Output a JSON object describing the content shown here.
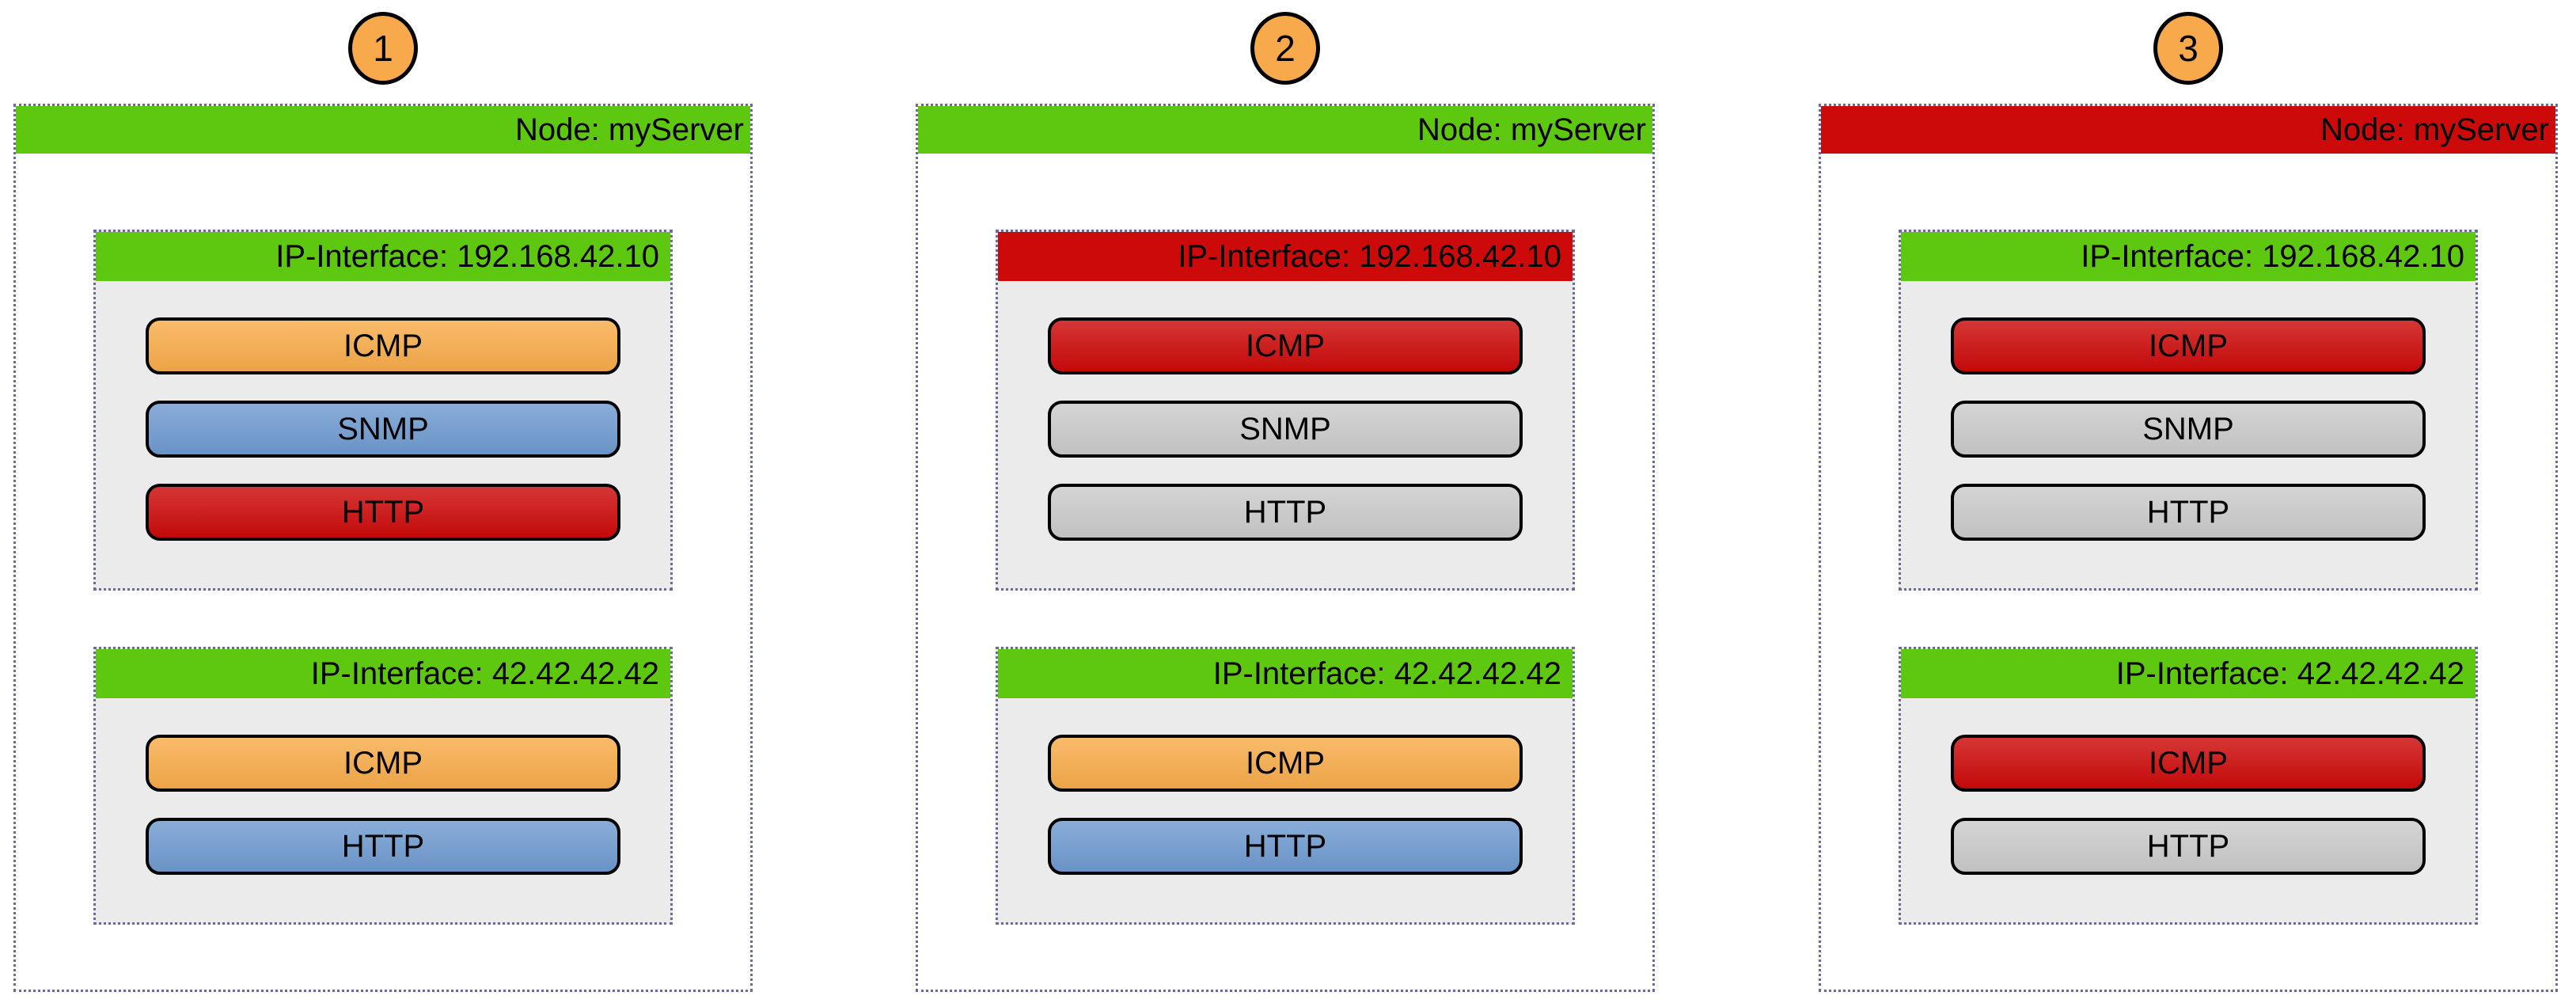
{
  "colors": {
    "status_green": "#5ec70f",
    "status_red": "#cd0a0a",
    "service_orange": "#f8ac4a",
    "service_blue": "#6f9bd0",
    "service_gray": "#cbcbcb",
    "badge_fill": "#f7a94c",
    "interface_body": "#ebebeb",
    "dotted_border": "#6a6a9e",
    "text": "#000000"
  },
  "panels": [
    {
      "step_number": "1",
      "node_header": {
        "label": "Node: myServer",
        "color": "status_green"
      },
      "interfaces": [
        {
          "header": {
            "label": "IP-Interface: 192.168.42.10",
            "color": "status_green"
          },
          "services": [
            {
              "label": "ICMP",
              "color": "service_orange"
            },
            {
              "label": "SNMP",
              "color": "service_blue"
            },
            {
              "label": "HTTP",
              "color": "status_red"
            }
          ]
        },
        {
          "header": {
            "label": "IP-Interface: 42.42.42.42",
            "color": "status_green"
          },
          "services": [
            {
              "label": "ICMP",
              "color": "service_orange"
            },
            {
              "label": "HTTP",
              "color": "service_blue"
            }
          ]
        }
      ]
    },
    {
      "step_number": "2",
      "node_header": {
        "label": "Node: myServer",
        "color": "status_green"
      },
      "interfaces": [
        {
          "header": {
            "label": "IP-Interface: 192.168.42.10",
            "color": "status_red"
          },
          "services": [
            {
              "label": "ICMP",
              "color": "status_red"
            },
            {
              "label": "SNMP",
              "color": "service_gray"
            },
            {
              "label": "HTTP",
              "color": "service_gray"
            }
          ]
        },
        {
          "header": {
            "label": "IP-Interface: 42.42.42.42",
            "color": "status_green"
          },
          "services": [
            {
              "label": "ICMP",
              "color": "service_orange"
            },
            {
              "label": "HTTP",
              "color": "service_blue"
            }
          ]
        }
      ]
    },
    {
      "step_number": "3",
      "node_header": {
        "label": "Node: myServer",
        "color": "status_red"
      },
      "interfaces": [
        {
          "header": {
            "label": "IP-Interface: 192.168.42.10",
            "color": "status_green"
          },
          "services": [
            {
              "label": "ICMP",
              "color": "status_red"
            },
            {
              "label": "SNMP",
              "color": "service_gray"
            },
            {
              "label": "HTTP",
              "color": "service_gray"
            }
          ]
        },
        {
          "header": {
            "label": "IP-Interface: 42.42.42.42",
            "color": "status_green"
          },
          "services": [
            {
              "label": "ICMP",
              "color": "status_red"
            },
            {
              "label": "HTTP",
              "color": "service_gray"
            }
          ]
        }
      ]
    }
  ]
}
